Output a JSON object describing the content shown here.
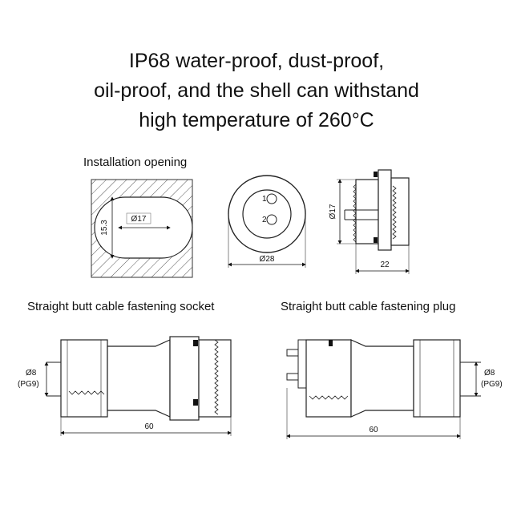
{
  "headline": {
    "line1": "IP68 water-proof, dust-proof,",
    "line2": "oil-proof, and the shell can withstand",
    "line3": "high temperature of 260°C"
  },
  "installation": {
    "label": "Installation opening",
    "dim_diameter": "Ø17",
    "dim_flat": "15.3"
  },
  "front_view": {
    "pin1": "1",
    "pin2": "2",
    "dim_diameter": "Ø28"
  },
  "side_view": {
    "dim_height": "Ø17",
    "dim_length": "22"
  },
  "socket": {
    "label": "Straight butt cable fastening socket",
    "dim_cable": "Ø8",
    "dim_gland": "(PG9)",
    "dim_length": "60"
  },
  "plug": {
    "label": "Straight butt cable fastening plug",
    "dim_cable": "Ø8",
    "dim_gland": "(PG9)",
    "dim_length": "60"
  }
}
